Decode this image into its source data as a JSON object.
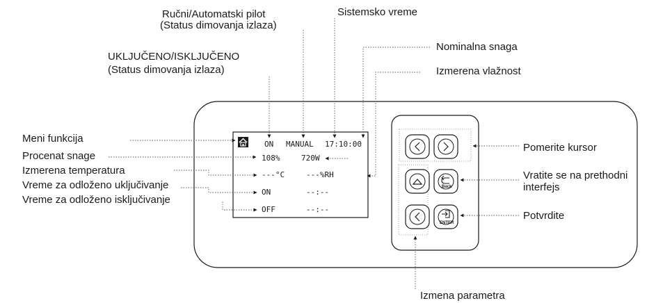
{
  "colors": {
    "ink": "#1a1a1a",
    "leader": "#555555",
    "background": "#ffffff"
  },
  "labels": {
    "manual_auto": "Ručni/Automatski pilot",
    "manual_auto_sub": "(Status dimovanja izlaza)",
    "system_time": "Sistemsko vreme",
    "on_off": "UKLJUČENO/ISKLJUČENO",
    "on_off_sub": "(Status dimovanja izlaza)",
    "rated_power": "Nominalna snaga",
    "measured_humidity": "Izmerena vlažnost",
    "function_menu": "Meni funkcija",
    "power_percent": "Procenat snage",
    "measured_temperature": "Izmerena temperatura",
    "delay_on": "Vreme za odloženo uključivanje",
    "delay_off": "Vreme za odloženo isključivanje",
    "move_cursor": "Pomerite kursor",
    "go_back_line1": "Vratite se na prethodni",
    "go_back_line2": "interfejs",
    "confirm": "Potvrdite",
    "change_param": "Izmena parametra"
  },
  "lcd": {
    "status_on": "ON",
    "mode": "MANUAL",
    "time": "17:10:00",
    "power_pct": "108%",
    "rated_watts": "720W",
    "temperature": "---°C",
    "humidity": "---%RH",
    "delay_on_label": "ON",
    "delay_on_value": "--:--",
    "delay_off_label": "OFF",
    "delay_off_value": "--:--"
  },
  "buttons": {
    "back_caption": "Back",
    "enter_caption": "ENTER"
  },
  "icons": [
    "home-icon",
    "chevron-left-icon",
    "chevron-right-icon",
    "triangle-up-icon",
    "back-arrow-icon",
    "enter-icon"
  ]
}
